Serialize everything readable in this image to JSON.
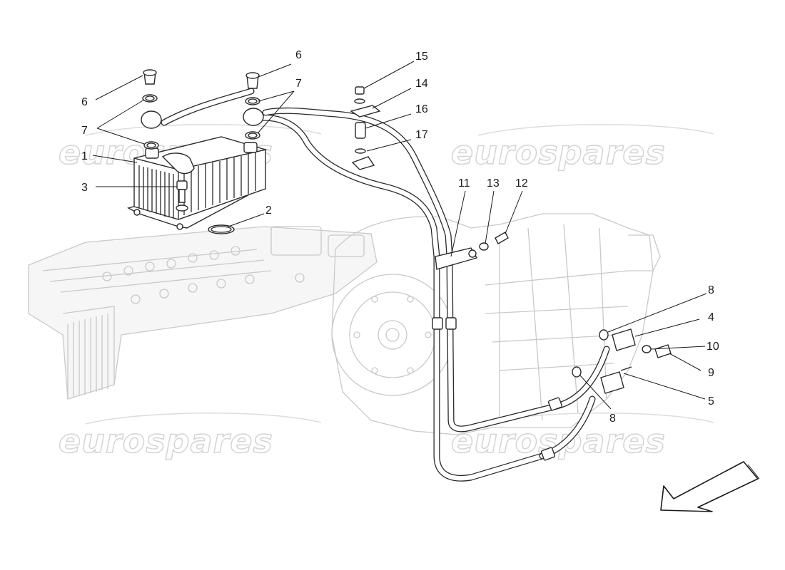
{
  "callouts": {
    "c1": "1",
    "c2": "2",
    "c3": "3",
    "c4": "4",
    "c5": "5",
    "c6a": "6",
    "c6b": "6",
    "c7a": "7",
    "c7b": "7",
    "c8a": "8",
    "c8b": "8",
    "c9": "9",
    "c10": "10",
    "c11": "11",
    "c12": "12",
    "c13": "13",
    "c14": "14",
    "c15": "15",
    "c16": "16",
    "c17": "17"
  },
  "watermark": {
    "text": "eurospares"
  },
  "colors": {
    "line": "#2a2a2a",
    "ghost": "#c9c9c9",
    "watermark": "#d4d4d4"
  },
  "icons": {
    "direction": "arrow-icon"
  }
}
